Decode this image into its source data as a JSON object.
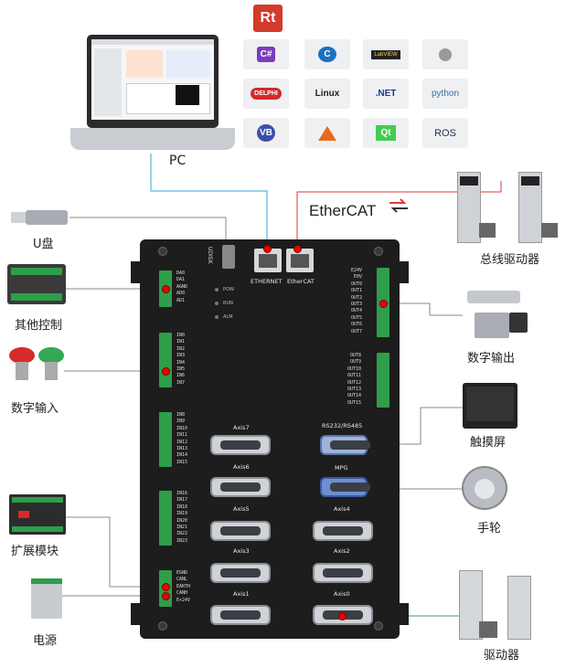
{
  "pc_label": "PC",
  "software": {
    "brand_logo": "Rt",
    "tiles": [
      "C#",
      "C",
      "LabVIEW",
      "apple",
      "DELPHI",
      "Linux",
      ".NET",
      "python",
      "VB",
      "MATLAB",
      "Qt",
      "ROS"
    ]
  },
  "ethercat_logo": "EtherCAT",
  "left_devices": [
    "U盘",
    "其他控制",
    "数字输入",
    "扩展模块",
    "电源"
  ],
  "right_devices": [
    "总线驱动器",
    "数字输出",
    "触摸屏",
    "手轮",
    "驱动器"
  ],
  "board": {
    "udisk": "UDISK",
    "ethernet": "ETHERNET",
    "ethercat_port": "EtherCAT",
    "leds": [
      "POW",
      "RUN",
      "ALM"
    ],
    "axes": [
      "Axis7",
      "Axis6",
      "Axis5",
      "Axis3",
      "Axis1"
    ],
    "right_axes": [
      "RS232/RS485",
      "MPG",
      "Axis4",
      "Axis2",
      "Axis0"
    ],
    "terminals": {
      "analog": "DA0\nDA1\nAGND\nAD0\nAD1",
      "in_a": "IN0\nIN1\nIN2\nIN3\nIN4\nIN5\nIN6\nIN7",
      "in_b": "IN8\nIN9\nIN10\nIN11\nIN12\nIN13\nIN14\nIN15",
      "in_c": "IN16\nIN17\nIN18\nIN19\nIN20\nIN21\nIN22\nIN23",
      "power": "EGND\nCANL\nEARTH\nCANH\nE+24V",
      "out_a": "E24V\nE0V\nOUT0\nOUT1\nOUT2\nOUT3\nOUT4\nOUT5\nOUT6\nOUT7",
      "out_b": "OUT8\nOUT9\nOUT10\nOUT11\nOUT12\nOUT13\nOUT14\nOUT15"
    }
  }
}
